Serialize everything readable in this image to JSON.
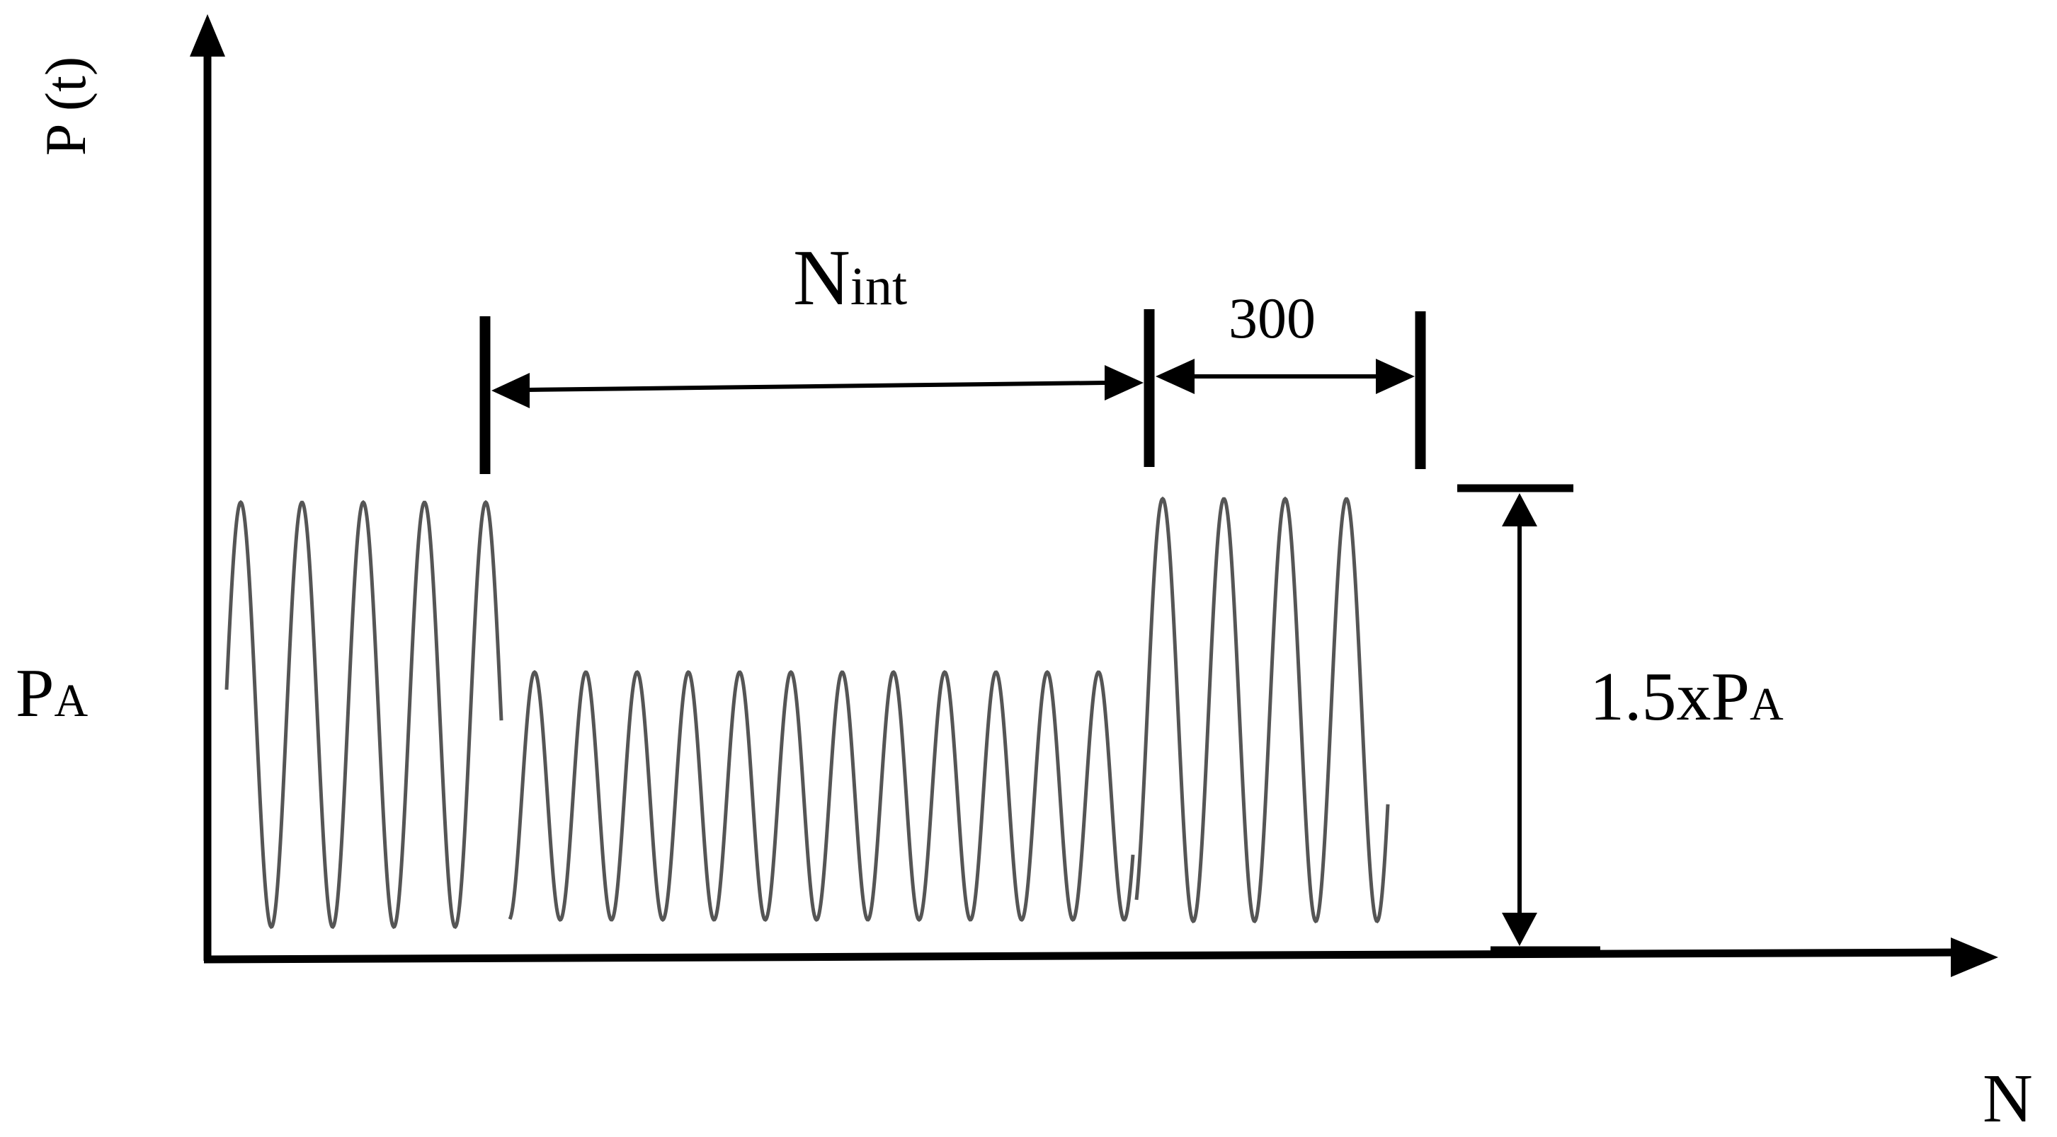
{
  "diagram": {
    "y_axis_label": "P (t)",
    "x_axis_label": "N",
    "level_label": {
      "main": "P",
      "sub": "A"
    },
    "interval_label": {
      "main": "N",
      "sub": "int"
    },
    "overload_duration_label": "300",
    "overload_ratio_label": {
      "main": "1.5x",
      "p": "P",
      "sub": "A"
    }
  }
}
